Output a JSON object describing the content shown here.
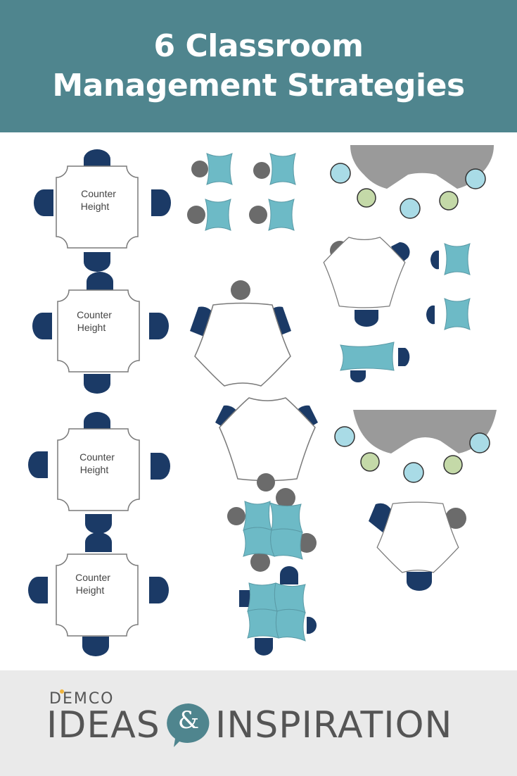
{
  "header": {
    "title_line1": "6 Classroom",
    "title_line2": "Management Strategies",
    "bg_color": "#4f858e"
  },
  "diagram": {
    "table_label_line1": "Counter",
    "table_label_line2": "Height",
    "counter_tables": 4,
    "colors": {
      "navy_seat": "#1b3a66",
      "teal_desk": "#6dbac6",
      "gray_stool": "#6b6b6b",
      "half_round_table": "#9a9a9a",
      "light_blue_stool": "#a9dbe6",
      "light_green_stool": "#c4d9a8",
      "outline": "#7a7a7a"
    }
  },
  "footer": {
    "brand_small": "DEMCO",
    "brand_left": "IDEAS",
    "brand_amp": "&",
    "brand_right": "INSPIRATION",
    "amp_bubble_color": "#4f858e",
    "sun_dot_color": "#f0b43c"
  }
}
